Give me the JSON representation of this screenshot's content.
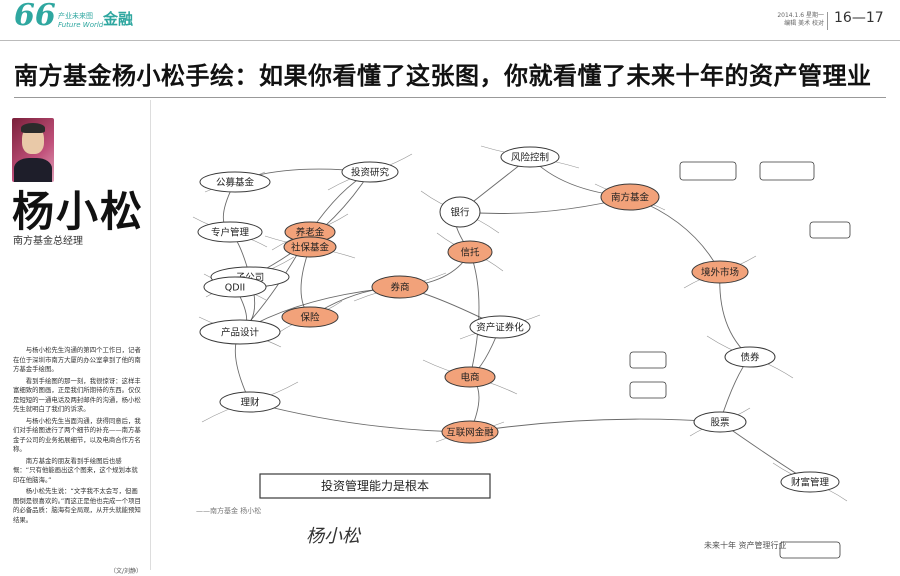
{
  "masthead": {
    "number": "66",
    "subtitle_cn": "产业未来图",
    "subtitle_en": "Future World",
    "section": "金融",
    "date_line": "2014.1.6 星期一",
    "date_line2": "编辑 美术 校对",
    "pages": "16—17"
  },
  "headline": "南方基金杨小松手绘：如果你看懂了这张图，你就看懂了未来十年的资产管理业",
  "person": {
    "name": "杨小松",
    "role": "南方基金总经理"
  },
  "article": {
    "paragraphs": [
      "与杨小松先生沟通的第四个工作日，记者在位于深圳市南方大厦的办公室拿到了他的南方基金手绘图。",
      "看到手绘图的那一刻，我很惊讶：这样丰富细致的图画，正是我们所期待的东西。仅仅是短短的一通电话及两封邮件的沟通，杨小松先生就明白了我们的诉求。",
      "与杨小松先生当面沟通，获得同意后，我们对手绘图进行了两个细节的补充——南方基金子公司的业务拓展细节，以及电商合作方名称。",
      "南方基金的朋友看到手绘图后也感慨：“只有他能画出这个图来，这个规划本就印在他脑海。”",
      "杨小松先生说：“文字我不太会写，但画图倒是很喜欢的。”而这正是他也完成一个项目的必备品质：脑海有全局观，从开头就能预知结果。"
    ],
    "byline": "（文/刘静）"
  },
  "sketch": {
    "nodes": [
      {
        "label": "公募基金",
        "filled": false
      },
      {
        "label": "专户管理",
        "filled": false
      },
      {
        "label": "子公司",
        "filled": false
      },
      {
        "label": "QDII",
        "filled": false
      },
      {
        "label": "养老金",
        "filled": true
      },
      {
        "label": "社保基金",
        "filled": true
      },
      {
        "label": "保险",
        "filled": true
      },
      {
        "label": "银行",
        "filled": false
      },
      {
        "label": "券商",
        "filled": true
      },
      {
        "label": "信托",
        "filled": true
      },
      {
        "label": "资产证券化",
        "filled": false
      },
      {
        "label": "电商",
        "filled": true
      },
      {
        "label": "互联网金融",
        "filled": true
      },
      {
        "label": "产品设计",
        "filled": false
      },
      {
        "label": "理财",
        "filled": false
      },
      {
        "label": "南方基金",
        "filled": true
      },
      {
        "label": "投资研究",
        "filled": false
      },
      {
        "label": "风险控制",
        "filled": false
      },
      {
        "label": "境外市场",
        "filled": true
      },
      {
        "label": "债券",
        "filled": false
      },
      {
        "label": "股票",
        "filled": false
      },
      {
        "label": "财富管理",
        "filled": false
      }
    ],
    "banner": "投资管理能力是根本",
    "caption_left": "——南方基金 杨小松",
    "signature": "杨小松",
    "caption_right": "未来十年 资产管理行业"
  },
  "colors": {
    "brand": "#2fa7a0",
    "node_fill": "#f2a27a",
    "ink": "#3a3a3a"
  }
}
